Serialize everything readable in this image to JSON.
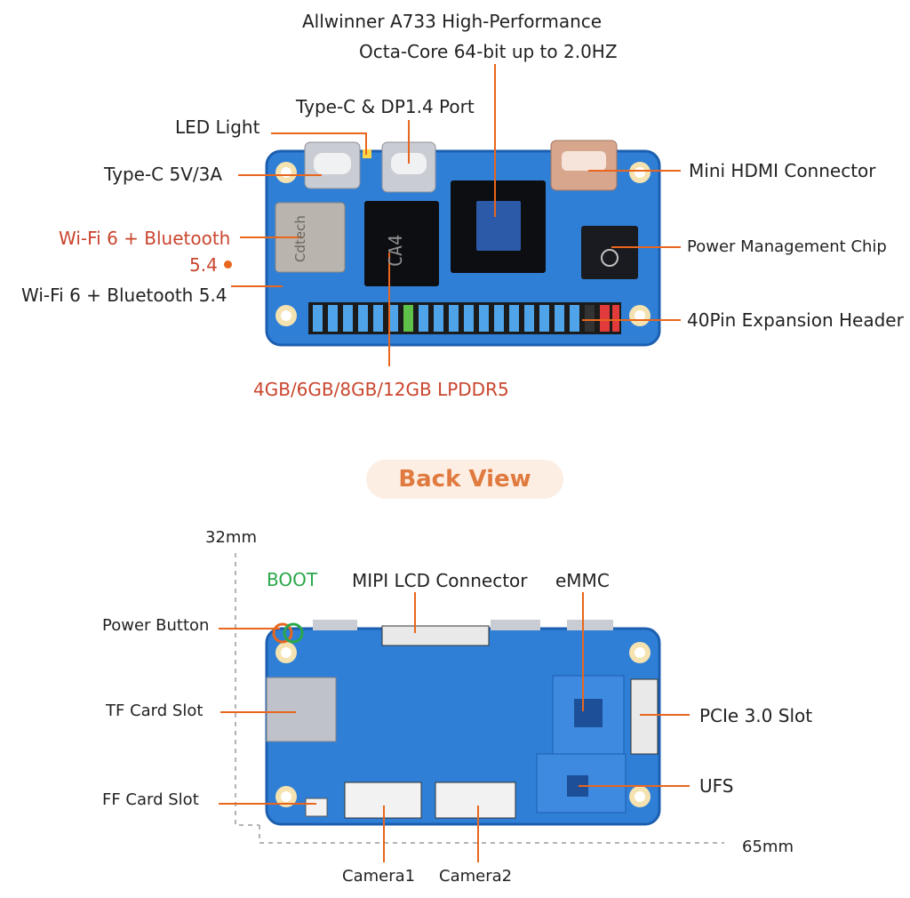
{
  "top": {
    "soc_line1": "Allwinner A733 High-Performance",
    "soc_line2": "Octa-Core 64-bit up to 2.0HZ",
    "typec_dp": "Type-C & DP1.4 Port",
    "led": "LED Light",
    "typec_power": "Type-C 5V/3A",
    "wifi_red_line1": "Wi-Fi 6 + Bluetooth",
    "wifi_red_line2": "5.4",
    "wifi_black": "Wi-Fi 6 + Bluetooth 5.4",
    "hdmi": "Mini HDMI Connector",
    "pmic": "Power Management Chip",
    "header": "40Pin Expansion Header",
    "memory": "4GB/6GB/8GB/12GB LPDDR5"
  },
  "divider": {
    "back_view": "Back View"
  },
  "bottom": {
    "width_dim": "32mm",
    "boot": "BOOT",
    "mipi": "MIPI LCD Connector",
    "emmc": "eMMC",
    "power_button": "Power Button",
    "tf_slot": "TF Card Slot",
    "pcie": "PCIe 3.0 Slot",
    "ufs": "UFS",
    "ff_slot": "FF Card Slot",
    "length_dim": "65mm",
    "camera1": "Camera1",
    "camera2": "Camera2"
  },
  "chip_marks": {
    "ram": "CA4",
    "wifi": "Cdtech"
  },
  "colors": {
    "board": "#2f7fd6",
    "board_dark": "#1c5fb0",
    "leader": "#e8661e",
    "accent_red": "#c9452e",
    "boot_green": "#2aa84a"
  }
}
